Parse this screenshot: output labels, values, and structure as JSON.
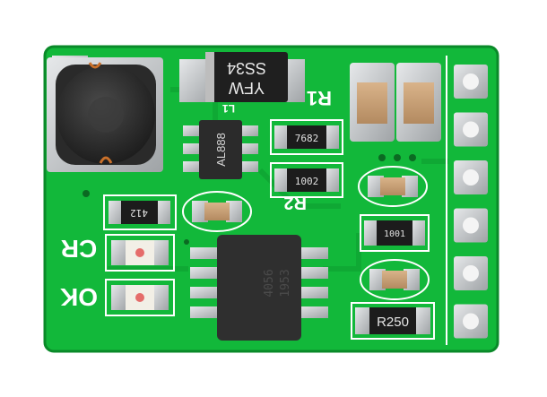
{
  "board": {
    "colors": {
      "pcb": "#12b83a",
      "pcb_edge": "#0a8a29",
      "silk": "#ffffff",
      "pad": "#c9cbcd",
      "ic_body": "#2f2f2f",
      "cap_body": "#c8a27a",
      "resistor_body": "#1c1c1c",
      "inductor": "#3a3a3a"
    },
    "silkscreen": {
      "r1": "R1",
      "r2": "R2",
      "cr": "CR",
      "ok": "OK",
      "l1_marker": "L1"
    },
    "components": {
      "diode_top": "YFW",
      "diode_bottom": "SS34",
      "ic_upper": "AL888",
      "res_7682": "7682",
      "res_1002": "1002",
      "res_412": "412",
      "res_1001": "1001",
      "res_r250": "R250",
      "ic_lower_line1": "4056",
      "ic_lower_line2": "1953"
    },
    "header_pin_count": 6
  }
}
